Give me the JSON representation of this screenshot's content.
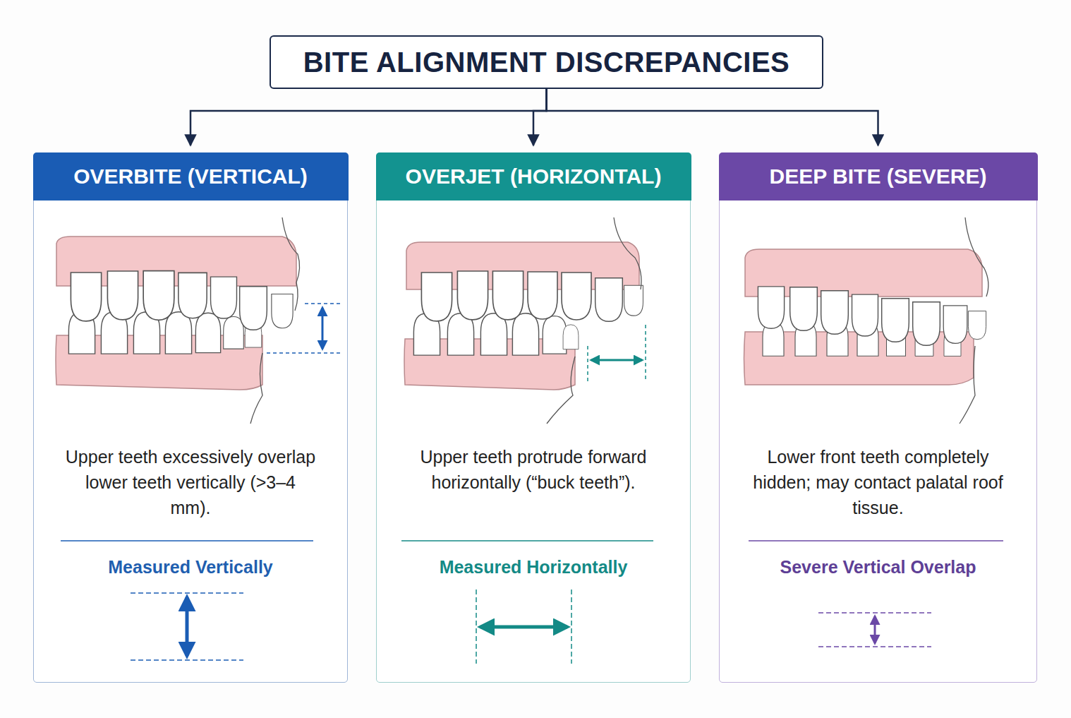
{
  "diagram": {
    "nodes": [
      {
        "text": [
          "BITE ALIGNMENT DISCREPANCIES"
        ]
      },
      {
        "text": [
          "OVERBITE (VERTICAL)",
          "Upper teeth excessively overlap lower teeth vertically (>3–4 mm).",
          "Measured Vertically"
        ]
      },
      {
        "text": [
          "OVERJET (HORIZONTAL)",
          "Upper teeth protrude forward horizontally (“buck teeth”).",
          "Measured Horizontally"
        ]
      },
      {
        "text": [
          "DEEP BITE (SEVERE)",
          "Lower front teeth completely hidden; may contact palatal roof tissue.",
          "Severe Vertical Overlap"
        ]
      }
    ],
    "edges": [
      {
        "from": 0,
        "to": 1,
        "arrow": "to"
      },
      {
        "from": 0,
        "to": 2,
        "arrow": "to"
      },
      {
        "from": 0,
        "to": 3,
        "arrow": "to"
      }
    ]
  }
}
